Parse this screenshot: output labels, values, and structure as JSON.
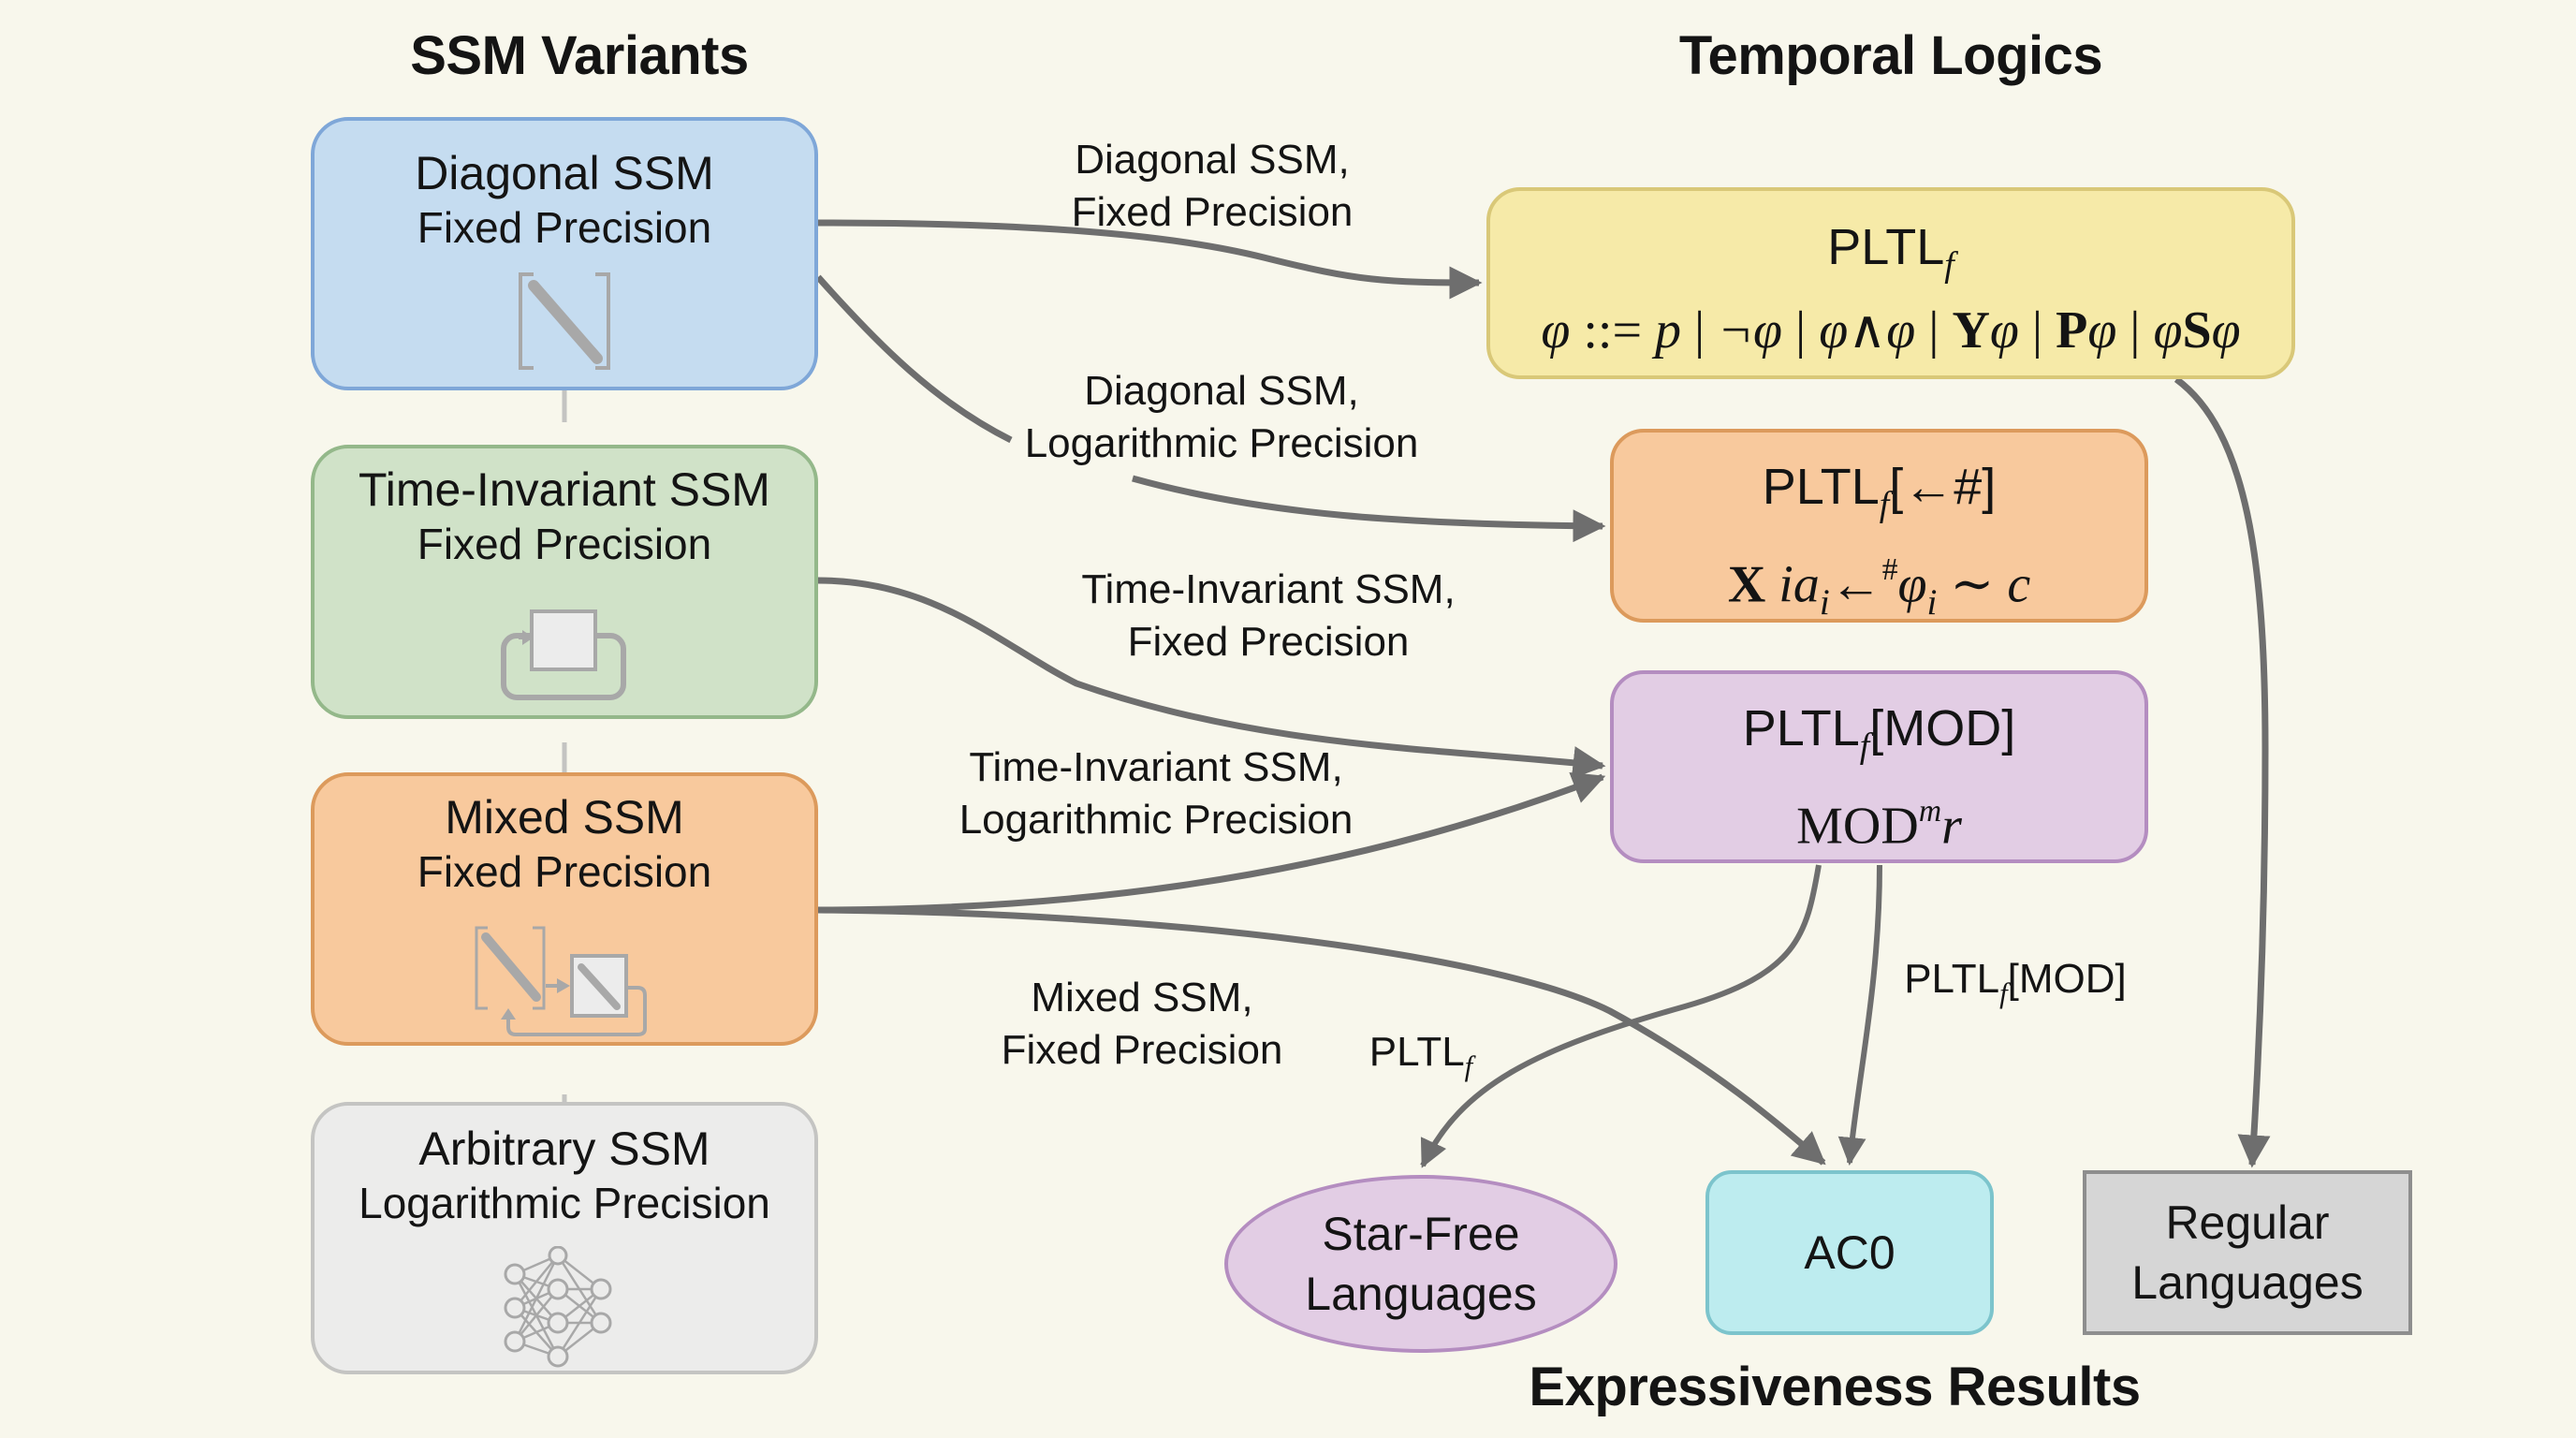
{
  "headings": {
    "left": "SSM Variants",
    "right": "Temporal Logics",
    "bottom": "Expressiveness Results"
  },
  "ssm_variants": [
    {
      "id": "diagonal",
      "title": "Diagonal SSM",
      "precision": "Fixed Precision",
      "icon": "diagonal-matrix-icon",
      "fill": "#c5dcf0",
      "border": "#7fa7d8"
    },
    {
      "id": "time-invariant",
      "title": "Time-Invariant SSM",
      "precision": "Fixed Precision",
      "icon": "recurrent-loop-icon",
      "fill": "#d0e2c8",
      "border": "#94b88a"
    },
    {
      "id": "mixed",
      "title": "Mixed SSM",
      "precision": "Fixed Precision",
      "icon": "mixed-diagonal-recurrent-icon",
      "fill": "#f8c99d",
      "border": "#dc9a5c"
    },
    {
      "id": "arbitrary",
      "title": "Arbitrary SSM",
      "precision": "Logarithmic Precision",
      "icon": "neural-network-icon",
      "fill": "#ececeb",
      "border": "#c4c4c2"
    }
  ],
  "temporal_logics": [
    {
      "id": "pltlf",
      "name_base": "PLTL",
      "name_sub": "f",
      "name_suffix": "",
      "formula": "φ ::= p | ¬φ | φ∧φ | Yφ | Pφ | φSφ",
      "fill": "#f6eaa8",
      "border": "#d9c878"
    },
    {
      "id": "pltlf-count",
      "name_base": "PLTL",
      "name_sub": "f",
      "name_suffix": "[←#]",
      "formula": "X ia_i←#φ_i ∼ c",
      "fill": "#f8c99d",
      "border": "#dc9a5c"
    },
    {
      "id": "pltlf-mod",
      "name_base": "PLTL",
      "name_sub": "f",
      "name_suffix": "[MOD]",
      "formula": "MOD^m r",
      "fill": "#e2cde4",
      "border": "#b48dc0"
    }
  ],
  "formulas": {
    "pltlf": {
      "phi": "φ",
      "def": " ::= ",
      "p": "p",
      "bar": " | ",
      "neg": "¬φ",
      "and": "φ∧φ",
      "Y": "Y",
      "P": "P",
      "S": "S"
    },
    "count": {
      "X": "X",
      "i": "i",
      "a": "a",
      "sub_i": "i",
      "arrow": "←",
      "hash": "#",
      "phi": "φ",
      "sim": " ∼ ",
      "c": "c"
    },
    "mod": {
      "MOD": "MOD",
      "m": "m",
      "r": "r"
    }
  },
  "results": [
    {
      "id": "star-free",
      "label_lines": [
        "Star-Free",
        "Languages"
      ],
      "shape": "ellipse",
      "fill": "#e2cde4",
      "border": "#b48dc0"
    },
    {
      "id": "ac0",
      "label_lines": [
        "AC0"
      ],
      "shape": "rounded-rect",
      "fill": "#bdecef",
      "border": "#7cc4cc"
    },
    {
      "id": "regular",
      "label_lines": [
        "Regular",
        "Languages"
      ],
      "shape": "rect",
      "fill": "#d6d6d6",
      "border": "#8e8e8e"
    }
  ],
  "edges": [
    {
      "from": "diagonal",
      "to": "pltlf",
      "label_lines": [
        "Diagonal SSM,",
        "Fixed Precision"
      ]
    },
    {
      "from": "diagonal",
      "to": "pltlf-count",
      "label_lines": [
        "Diagonal SSM,",
        "Logarithmic Precision"
      ]
    },
    {
      "from": "time-invariant",
      "to": "pltlf-mod",
      "label_lines": [
        "Time-Invariant SSM,",
        "Fixed Precision"
      ]
    },
    {
      "from": "mixed",
      "to": "pltlf-mod",
      "label_lines": [
        "Time-Invariant SSM,",
        "Logarithmic Precision"
      ]
    },
    {
      "from": "mixed",
      "to": "ac0",
      "label_lines": [
        "Mixed SSM,",
        "Fixed Precision"
      ]
    },
    {
      "from": "pltlf-mod",
      "to": "star-free",
      "label_base": "PLTL",
      "label_sub": "f",
      "label_suffix": ""
    },
    {
      "from": "pltlf-mod",
      "to": "ac0",
      "label_base": "PLTL",
      "label_sub": "f",
      "label_suffix": "[MOD]"
    },
    {
      "from": "pltlf",
      "to": "regular",
      "label_lines": []
    }
  ],
  "colors": {
    "background": "#f8f7ec",
    "edge": "#6e6e6e",
    "connector": "#c4c4c2",
    "icon": "#a8a8a8"
  }
}
